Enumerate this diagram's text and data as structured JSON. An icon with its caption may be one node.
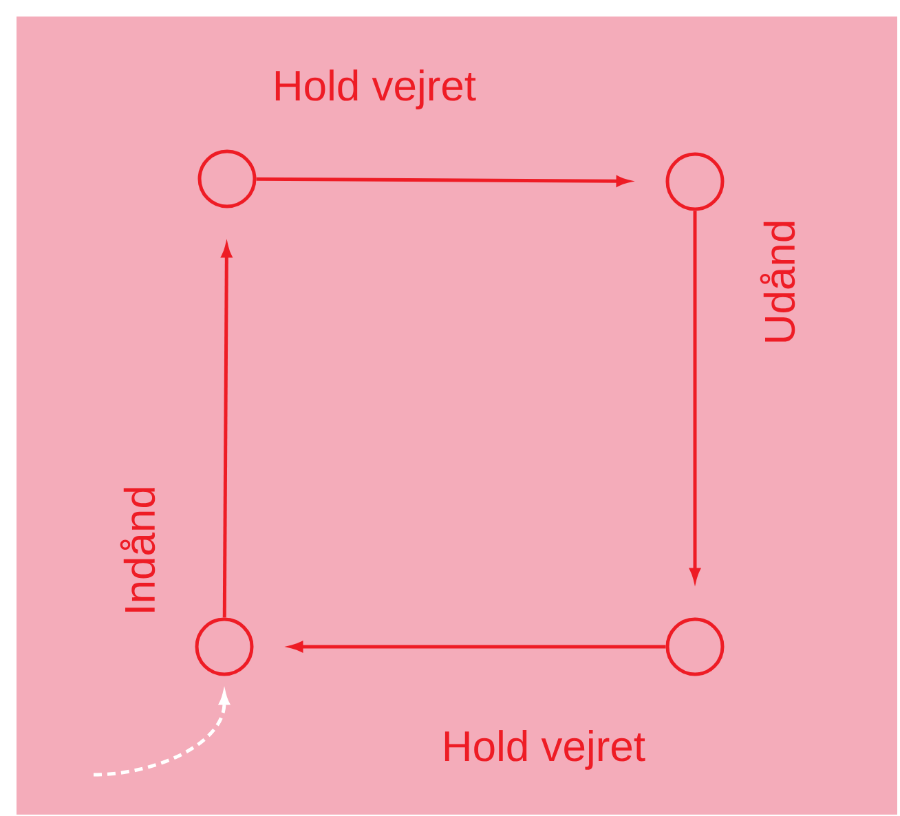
{
  "diagram": {
    "nodes": [
      {
        "text": [],
        "shape": "circle"
      },
      {
        "text": [],
        "shape": "circle"
      },
      {
        "text": [],
        "shape": "circle"
      },
      {
        "text": [],
        "shape": "circle"
      }
    ],
    "edges": [
      {
        "from": 0,
        "to": 1,
        "arrow": "to",
        "label": "Hold vejret"
      },
      {
        "from": 1,
        "to": 2,
        "arrow": "to",
        "label": "Udånd"
      },
      {
        "from": 2,
        "to": 3,
        "arrow": "to",
        "label": "Hold vejret"
      },
      {
        "from": 3,
        "to": 0,
        "arrow": "to",
        "label": "Indånd"
      },
      {
        "from": null,
        "to": 3,
        "arrow": "to",
        "style": "dashed",
        "color": "#ffffff"
      }
    ]
  }
}
